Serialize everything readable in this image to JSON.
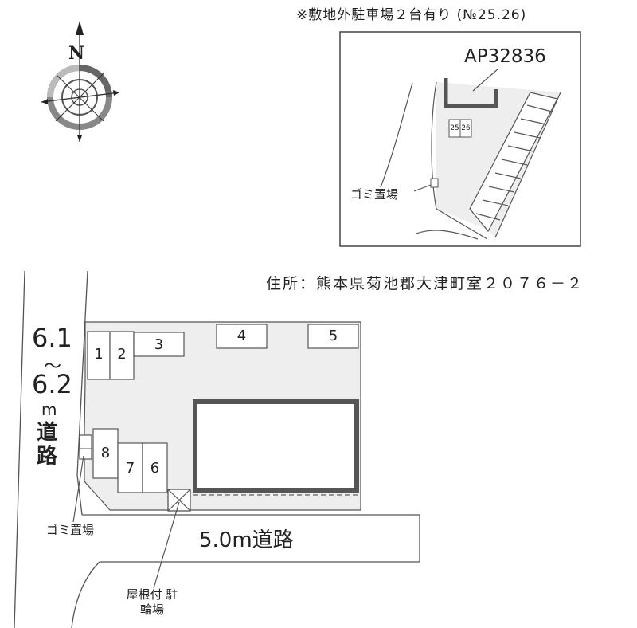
{
  "note": "※敷地外駐車場２台有り (№25.26)",
  "address": "住所：熊本県菊池郡大津町室２０７６－２",
  "inset": {
    "property_id": "AP32836",
    "garbage_label": "ゴミ置場",
    "slots": [
      "25",
      "26"
    ]
  },
  "compass": {
    "north_label": "N"
  },
  "main": {
    "side_road": {
      "width_from": "6.1",
      "tilde": "～",
      "width_to": "6.2",
      "unit": "m",
      "word": "道路"
    },
    "front_road": "5.0m道路",
    "garbage_label": "ゴミ置場",
    "bicycle_label": "屋根付 駐輪場",
    "slots": [
      "1",
      "2",
      "3",
      "4",
      "5",
      "6",
      "7",
      "8"
    ]
  },
  "colors": {
    "lot": "#eeeeee",
    "line": "#555555",
    "building": "#555555"
  }
}
